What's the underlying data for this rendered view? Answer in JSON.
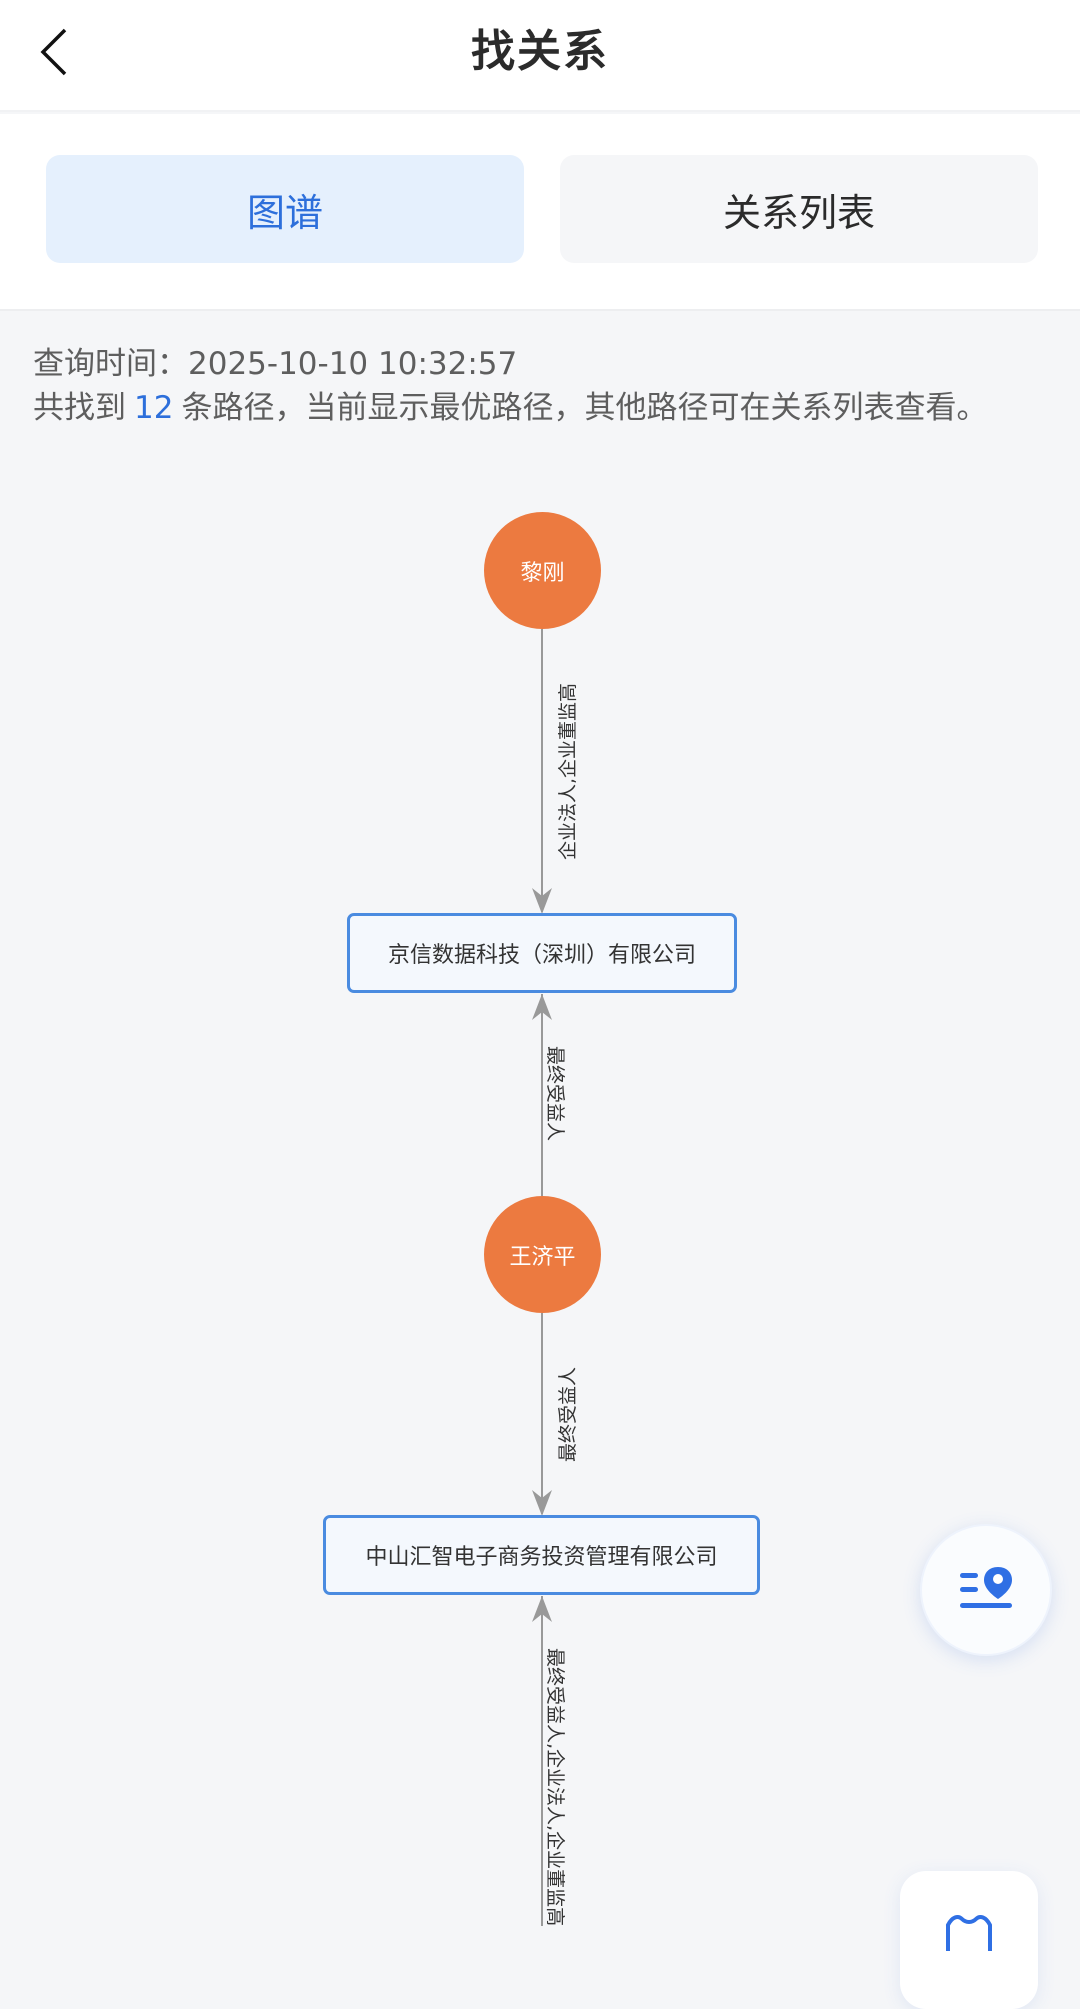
{
  "header": {
    "title": "找关系",
    "back_icon": "chevron-left-icon"
  },
  "tabs": [
    {
      "label": "图谱",
      "active": true
    },
    {
      "label": "关系列表",
      "active": false
    }
  ],
  "info": {
    "query_time_label": "查询时间：",
    "query_time_value": "2025-10-10 10:32:57",
    "found_prefix": "共找到",
    "path_count": "12",
    "found_suffix": "条路径，当前显示最优路径，其他路径可在关系列表查看。"
  },
  "graph": {
    "nodes": [
      {
        "type": "person",
        "name": "黎刚"
      },
      {
        "type": "company",
        "name": "京信数据科技（深圳）有限公司"
      },
      {
        "type": "person",
        "name": "王济平"
      },
      {
        "type": "company",
        "name": "中山汇智电子商务投资管理有限公司"
      }
    ],
    "edges": [
      {
        "from": "黎刚",
        "to": "京信数据科技（深圳）有限公司",
        "label": "企业法人,企业董监高"
      },
      {
        "from": "王济平",
        "to": "京信数据科技（深圳）有限公司",
        "label": "最终受益人"
      },
      {
        "from": "王济平",
        "to": "中山汇智电子商务投资管理有限公司",
        "label": "最终受益人"
      },
      {
        "from": "(offscreen)",
        "to": "中山汇智电子商务投资管理有限公司",
        "label": "最终受益人,企业法人,企业董监高"
      }
    ]
  },
  "floating_buttons": [
    {
      "icon": "list-location-icon"
    },
    {
      "icon": "shield-icon"
    }
  ],
  "colors": {
    "accent": "#2D6FDB",
    "person_node": "#EC7A40",
    "company_border": "#4A8BE0",
    "edge": "#999999",
    "background": "#F5F6F8"
  }
}
